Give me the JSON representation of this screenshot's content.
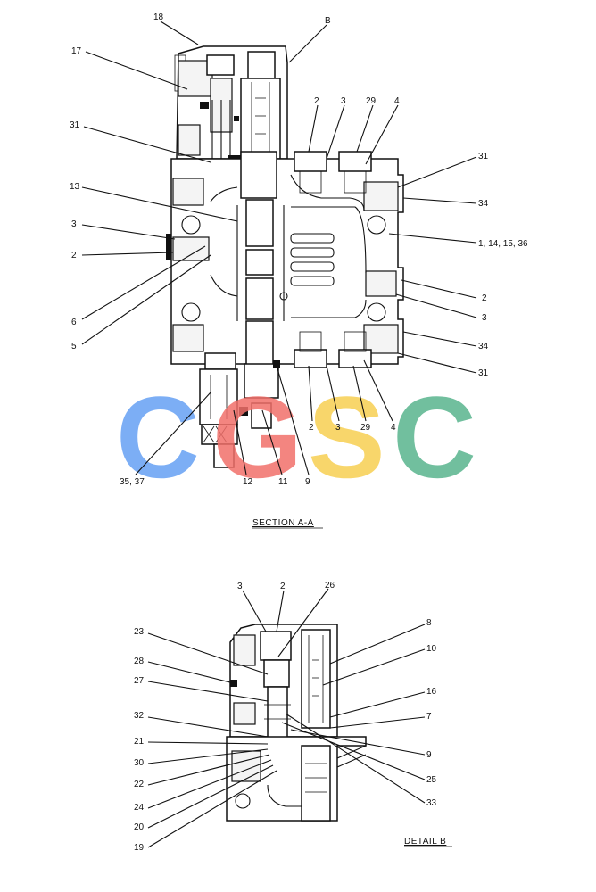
{
  "section_caption": "SECTION  A-A",
  "detail_caption": "DETAIL  B",
  "watermark": {
    "letters": [
      "C",
      "G",
      "S",
      "C"
    ],
    "colors": [
      "#6ea6f5",
      "#f2706a",
      "#f7cf52",
      "#62b994"
    ]
  },
  "section_callouts": {
    "c18": "18",
    "cB": "B",
    "c17": "17",
    "c31a": "31",
    "c2a": "2",
    "c3a": "3",
    "c29a": "29",
    "c4a": "4",
    "c31b": "31",
    "c13": "13",
    "c34a": "34",
    "c3b": "3",
    "c1": "1, 14, 15, 36",
    "c2b": "2",
    "c2c": "2",
    "c3c": "3",
    "c6": "6",
    "c5": "5",
    "c34b": "34",
    "c31c": "31",
    "c2d": "2",
    "c3d": "3",
    "c29b": "29",
    "c4b": "4",
    "c35": "35, 37",
    "c12": "12",
    "c11": "11",
    "c9": "9"
  },
  "detail_callouts": {
    "d3": "3",
    "d2": "2",
    "d26": "26",
    "d8": "8",
    "d23": "23",
    "d10": "10",
    "d28": "28",
    "d27": "27",
    "d16": "16",
    "d32": "32",
    "d7": "7",
    "d21": "21",
    "d9": "9",
    "d30": "30",
    "d25": "25",
    "d22": "22",
    "d33": "33",
    "d24": "24",
    "d20": "20",
    "d19": "19"
  }
}
